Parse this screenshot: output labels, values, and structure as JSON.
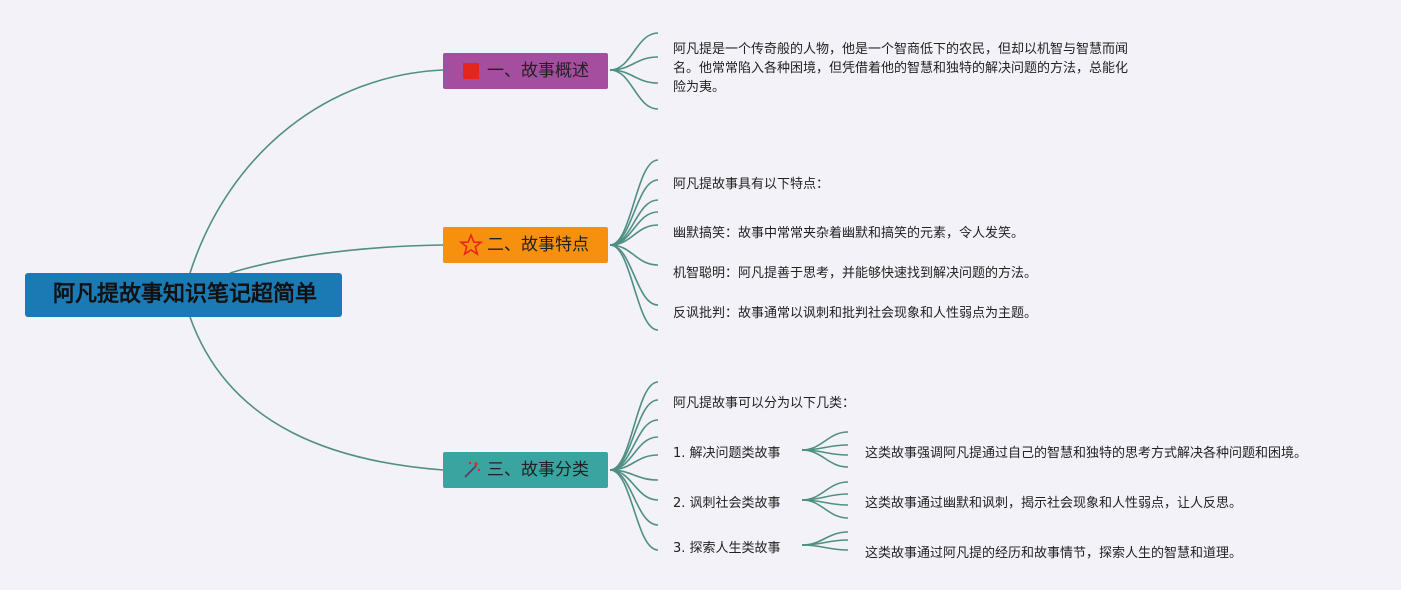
{
  "root": {
    "title": "阿凡提故事知识笔记超简单"
  },
  "colors": {
    "root": "#1b7ab4",
    "branch_overview": "#a54d9e",
    "branch_features": "#f6900e",
    "branch_categories": "#3aa4a1",
    "connector": "#4f8f84",
    "background": "#f3f2f8"
  },
  "branches": [
    {
      "label": "一、故事概述",
      "icon": "red-square-icon",
      "lines": [
        "阿凡提是一个传奇般的人物，他是一个智商低下的农民，但却以机智与智慧而闻",
        "名。他常常陷入各种困境，但凭借着他的智慧和独特的解决问题的方法，总能化",
        "险为夷。"
      ]
    },
    {
      "label": "二、故事特点",
      "icon": "star-icon",
      "intro": "阿凡提故事具有以下特点：",
      "items": [
        "幽默搞笑：故事中常常夹杂着幽默和搞笑的元素，令人发笑。",
        "机智聪明：阿凡提善于思考，并能够快速找到解决问题的方法。",
        "反讽批判：故事通常以讽刺和批判社会现象和人性弱点为主题。"
      ]
    },
    {
      "label": "三、故事分类",
      "icon": "sparkle-icon",
      "intro": "阿凡提故事可以分为以下几类：",
      "categories": [
        {
          "name": "1. 解决问题类故事",
          "desc": "这类故事强调阿凡提通过自己的智慧和独特的思考方式解决各种问题和困境。"
        },
        {
          "name": "2. 讽刺社会类故事",
          "desc": "这类故事通过幽默和讽刺，揭示社会现象和人性弱点，让人反思。"
        },
        {
          "name": "3. 探索人生类故事",
          "desc": "这类故事通过阿凡提的经历和故事情节，探索人生的智慧和道理。"
        }
      ]
    }
  ]
}
